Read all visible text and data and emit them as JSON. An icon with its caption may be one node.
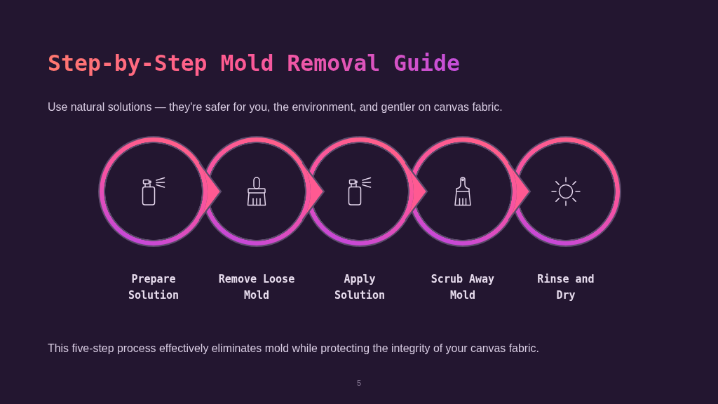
{
  "diagram": {
    "title": "Step-by-Step Mold Removal Guide",
    "caption": "This five-step process effectively eliminates mold while protecting the integrity of your canvas fabric.",
    "nodes": [
      {
        "text": [
          "Prepare Solution"
        ]
      },
      {
        "text": [
          "Remove Loose Mold"
        ]
      },
      {
        "text": [
          "Apply Solution"
        ]
      },
      {
        "text": [
          "Scrub Away Mold"
        ]
      },
      {
        "text": [
          "Rinse and Dry"
        ]
      }
    ],
    "edges": [
      {
        "from": 0,
        "to": 1,
        "arrow": "to"
      },
      {
        "from": 1,
        "to": 2,
        "arrow": "to"
      },
      {
        "from": 2,
        "to": 3,
        "arrow": "to"
      },
      {
        "from": 3,
        "to": 4,
        "arrow": "to"
      }
    ],
    "labels": [
      "Use natural solutions — they're safer for you, the environment, and gentler on canvas fabric.",
      "5"
    ]
  }
}
